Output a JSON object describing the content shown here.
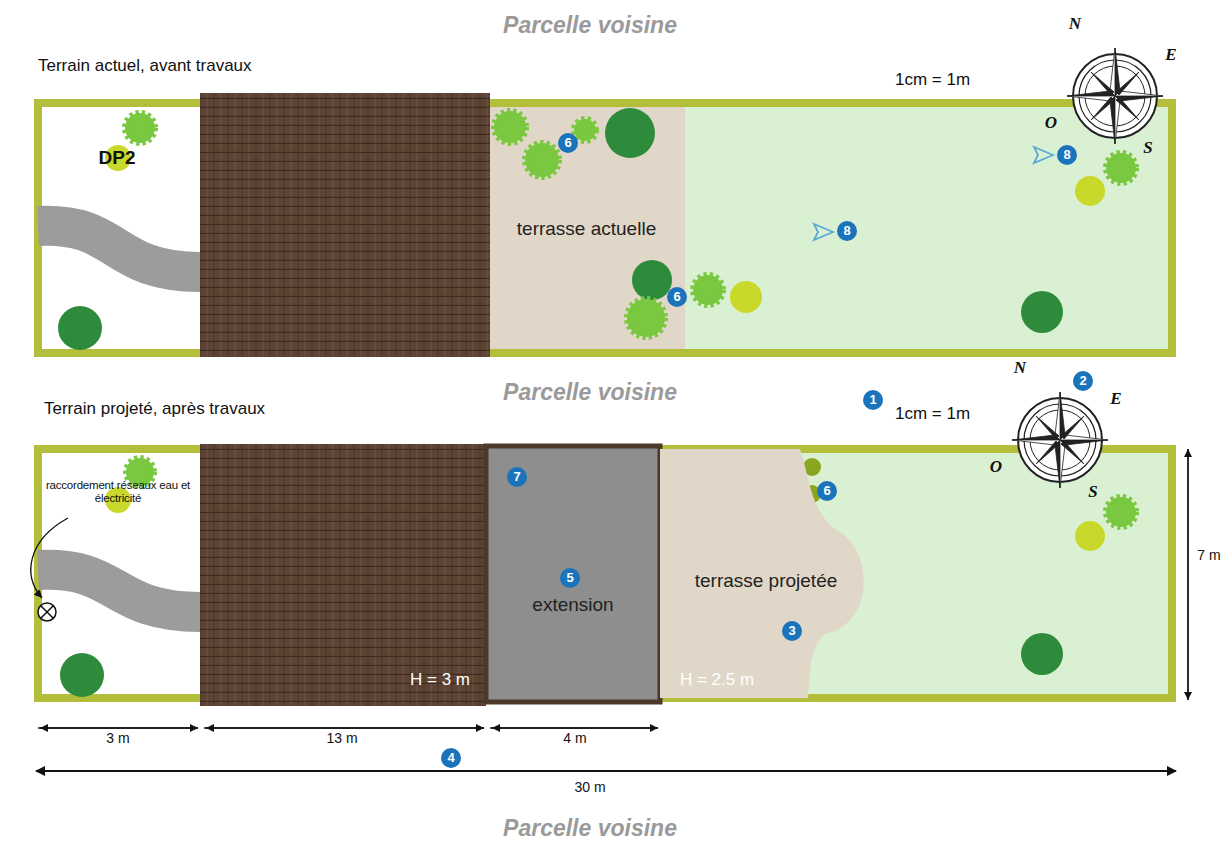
{
  "diagram": {
    "nodes": [
      {
        "text": [
          "terrasse actuelle"
        ]
      },
      {
        "text": [
          "extension"
        ]
      },
      {
        "text": [
          "terrasse projetée"
        ]
      }
    ],
    "labels": [
      "Parcelle voisine",
      "Terrain actuel, avant travaux",
      "1cm = 1m",
      "N",
      "E",
      "O",
      "S",
      "DP2",
      "6",
      "8",
      "6",
      "8",
      "Parcelle voisine",
      "Terrain projeté, après travaux",
      "1",
      "2",
      "1cm = 1m",
      "N",
      "E",
      "O",
      "S",
      "raccordement réseaux eau et électricité",
      "7",
      "5",
      "6",
      "3",
      "H = 3 m",
      "H = 2.5 m",
      "3 m",
      "13 m",
      "4 m",
      "4",
      "30 m",
      "7 m",
      "Parcelle voisine"
    ]
  }
}
